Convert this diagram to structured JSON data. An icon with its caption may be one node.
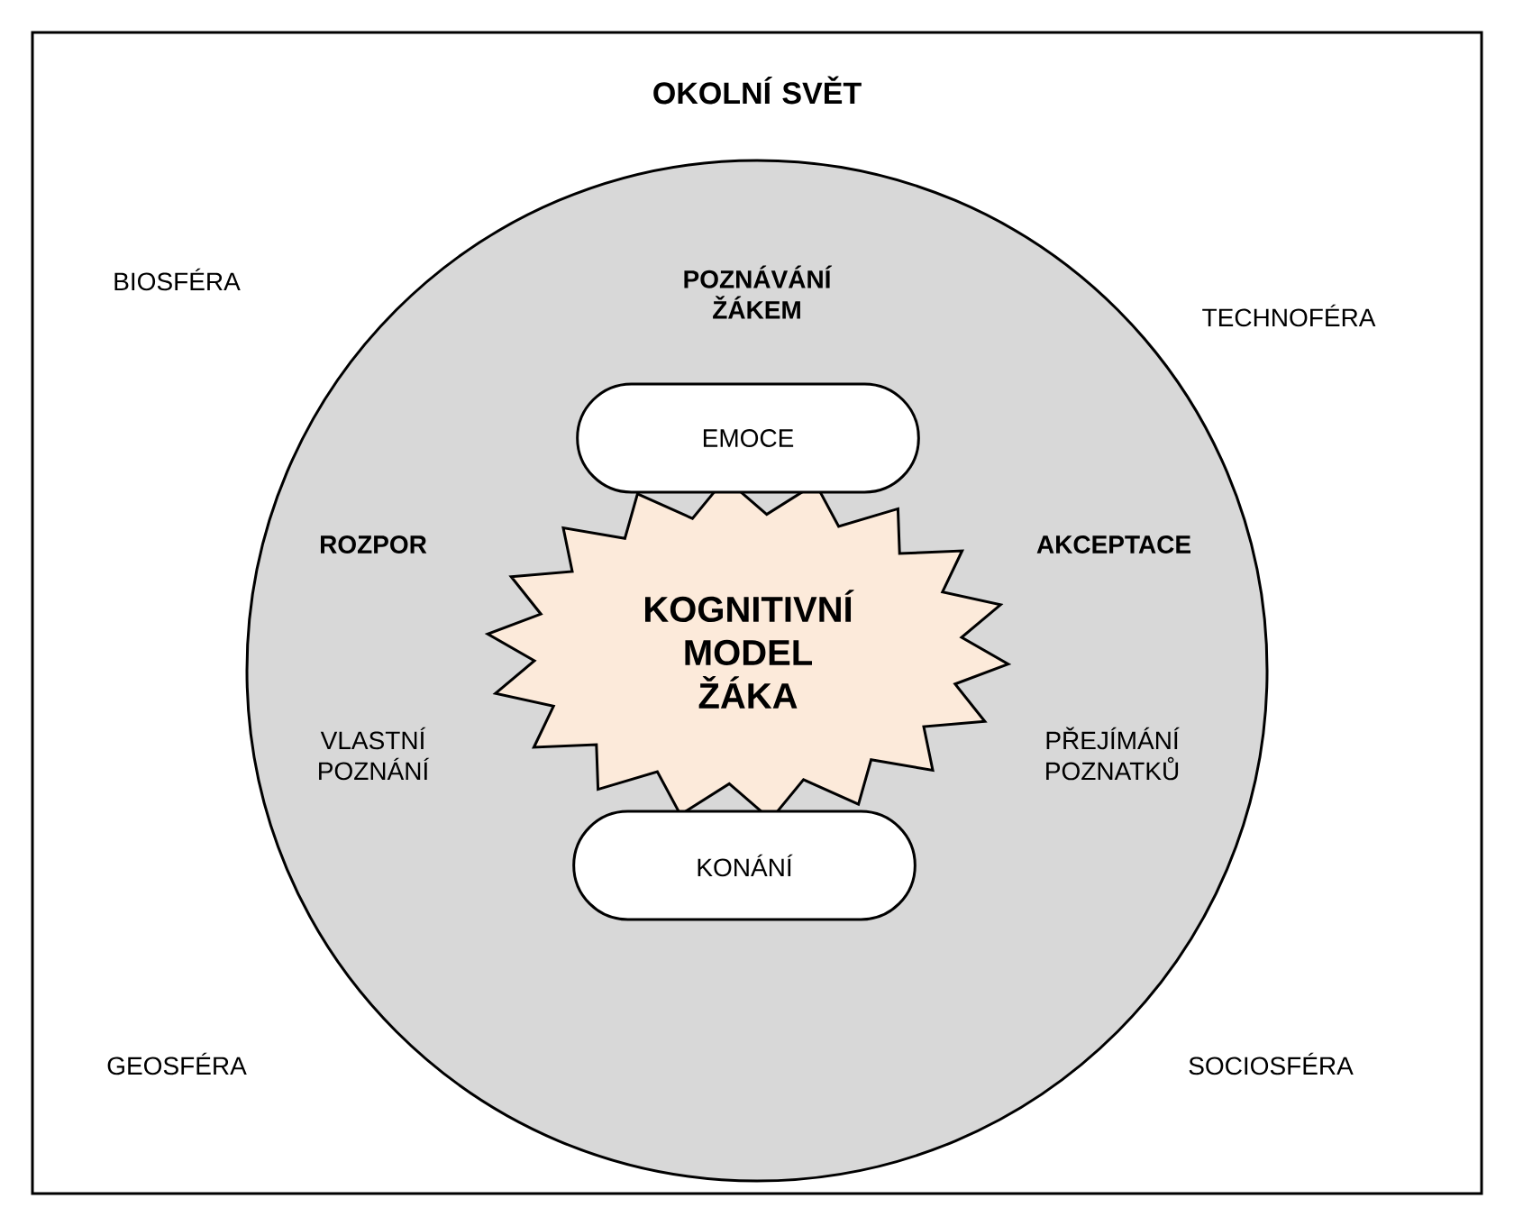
{
  "diagram": {
    "nodes": [
      {
        "text": [
          "OKOLNÍ SVĚT",
          "BIOSFÉRA",
          "TECHNOFÉRA",
          "GEOSFÉRA",
          "SOCIOSFÉRA"
        ]
      },
      {
        "text": [
          "POZNÁVÁNÍ ŽÁKEM",
          "ROZPOR",
          "AKCEPTACE",
          "VLASTNÍ POZNÁNÍ",
          "PŘEJÍMÁNÍ POZNATKŮ"
        ],
        "in": 0
      },
      {
        "text": [
          "EMOCE"
        ],
        "in": 1
      },
      {
        "text": [
          "KOGNITIVNÍ MODEL ŽÁKA"
        ],
        "in": 1
      },
      {
        "text": [
          "KONÁNÍ"
        ],
        "in": 1
      }
    ]
  }
}
